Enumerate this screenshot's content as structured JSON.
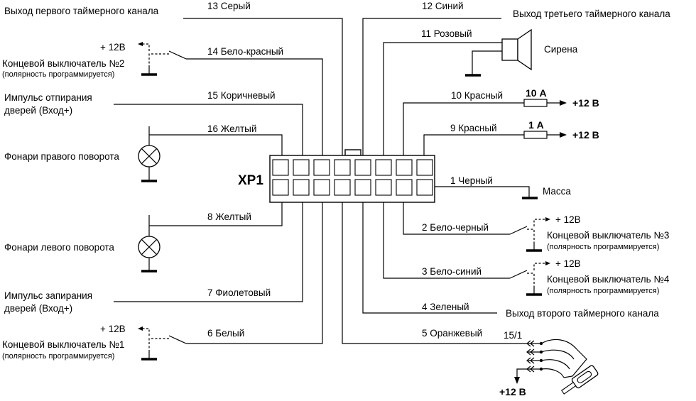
{
  "connector": {
    "label": "XP1"
  },
  "wires": {
    "w13": "13 Серый",
    "w12": "12 Синий",
    "w11": "11 Розовый",
    "w14": "14 Бело-красный",
    "w15": "15 Коричневый",
    "w10": "10 Красный",
    "w16": "16 Желтый",
    "w9": "9 Красный",
    "w1": "1 Черный",
    "w8": "8 Желтый",
    "w2": "2 Бело-черный",
    "w3": "3 Бело-синий",
    "w7": "7 Фиолетовый",
    "w4": "4 Зеленый",
    "w6": "6 Белый",
    "w5": "5 Оранжевый"
  },
  "labels": {
    "timer1_out": "Выход первого таймерного канала",
    "timer3_out": "Выход третьего  таймерного канала",
    "timer2_out": "Выход второго таймерного канала",
    "siren": "Сирена",
    "plus12": "+ 12В",
    "limit_switch_2": "Концевой выключатель №2",
    "limit_switch_3": "Концевой выключатель №3",
    "limit_switch_4": "Концевой выключатель №4",
    "limit_switch_1": "Концевой выключатель №1",
    "polarity_note": "(полярность программируется)",
    "unlock_pulse_1": "Импульс отпирания",
    "unlock_pulse_2": "дверей (Вход+)",
    "lock_pulse_1": "Импульс запирания",
    "lock_pulse_2": "дверей (Вход+)",
    "right_turn": "Фонари правого поворота",
    "left_turn": "Фонари левого поворота",
    "ground": "Масса",
    "fuse_10a": "10 А",
    "fuse_1a": "1 А",
    "plus12v_bold": "+12 В",
    "ignition": "15/1"
  }
}
